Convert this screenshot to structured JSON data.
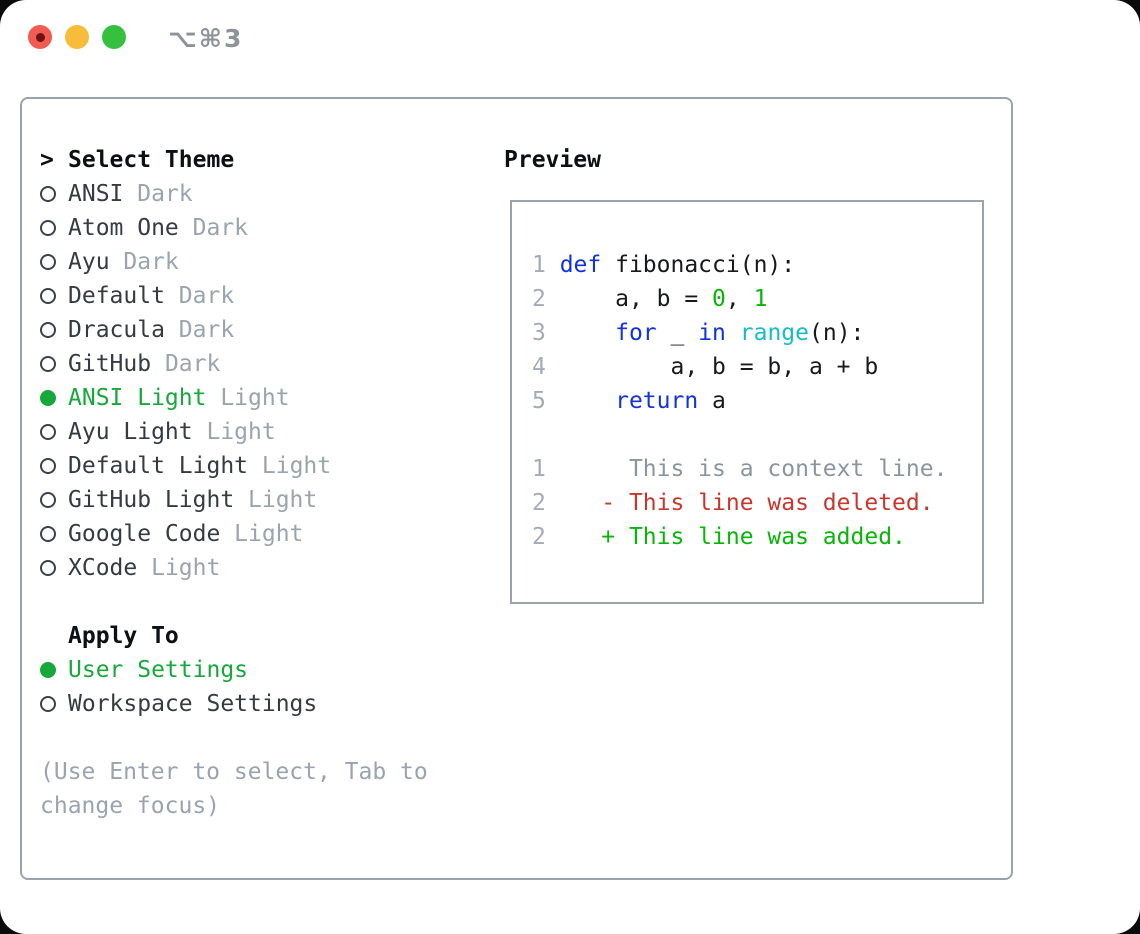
{
  "window": {
    "title": "⌥⌘3",
    "traffic_lights": [
      "close",
      "minimize",
      "zoom"
    ]
  },
  "colors": {
    "kw": "#1133dd",
    "builtin": "#16bdc6",
    "num": "#09b509",
    "fg": "#17191c",
    "ctx": "#8b95a0",
    "del": "#c8372d",
    "add": "#09b509",
    "line_number": "#a3acb6",
    "selected_green": "#17a83c",
    "muted_gray": "#9aa4ae",
    "text_dark": "#343b42",
    "panel_border": "#9aa3ae"
  },
  "theme_panel": {
    "heading": {
      "prefix": ">",
      "label": "Select Theme"
    },
    "themes": [
      {
        "name": "ANSI",
        "variant": "Dark",
        "selected": false
      },
      {
        "name": "Atom One",
        "variant": "Dark",
        "selected": false
      },
      {
        "name": "Ayu",
        "variant": "Dark",
        "selected": false
      },
      {
        "name": "Default",
        "variant": "Dark",
        "selected": false
      },
      {
        "name": "Dracula",
        "variant": "Dark",
        "selected": false
      },
      {
        "name": "GitHub",
        "variant": "Dark",
        "selected": false
      },
      {
        "name": "ANSI Light",
        "variant": "Light",
        "selected": true
      },
      {
        "name": "Ayu Light",
        "variant": "Light",
        "selected": false
      },
      {
        "name": "Default Light",
        "variant": "Light",
        "selected": false
      },
      {
        "name": "GitHub Light",
        "variant": "Light",
        "selected": false
      },
      {
        "name": "Google Code",
        "variant": "Light",
        "selected": false
      },
      {
        "name": "XCode",
        "variant": "Light",
        "selected": false
      }
    ],
    "apply_to": {
      "heading": "Apply To",
      "options": [
        {
          "label": "User Settings",
          "selected": true
        },
        {
          "label": "Workspace Settings",
          "selected": false
        }
      ]
    },
    "hint": "(Use Enter to select, Tab to change focus)"
  },
  "preview": {
    "heading": "Preview",
    "lines": [
      {
        "num": "1",
        "segs": [
          {
            "t": "def",
            "c": "kw"
          },
          {
            "t": " fibonacci(n):",
            "c": "fg"
          }
        ]
      },
      {
        "num": "2",
        "segs": [
          {
            "t": "    a, b = ",
            "c": "fg"
          },
          {
            "t": "0",
            "c": "num"
          },
          {
            "t": ", ",
            "c": "fg"
          },
          {
            "t": "1",
            "c": "num"
          }
        ]
      },
      {
        "num": "3",
        "segs": [
          {
            "t": "    ",
            "c": "fg"
          },
          {
            "t": "for",
            "c": "kw"
          },
          {
            "t": " _ ",
            "c": "fg"
          },
          {
            "t": "in",
            "c": "kw"
          },
          {
            "t": " ",
            "c": "fg"
          },
          {
            "t": "range",
            "c": "builtin"
          },
          {
            "t": "(n):",
            "c": "fg"
          }
        ]
      },
      {
        "num": "4",
        "segs": [
          {
            "t": "        a, b = b, a + b",
            "c": "fg"
          }
        ]
      },
      {
        "num": "5",
        "segs": [
          {
            "t": "    ",
            "c": "fg"
          },
          {
            "t": "return",
            "c": "kw"
          },
          {
            "t": " a",
            "c": "fg"
          }
        ]
      },
      {
        "num": "",
        "segs": []
      },
      {
        "num": "1",
        "segs": [
          {
            "t": "     This is a context line.",
            "c": "ctx"
          }
        ]
      },
      {
        "num": "2",
        "segs": [
          {
            "t": "   - This line was deleted.",
            "c": "del"
          }
        ]
      },
      {
        "num": "2",
        "segs": [
          {
            "t": "   + This line was added.",
            "c": "add"
          }
        ]
      }
    ]
  }
}
